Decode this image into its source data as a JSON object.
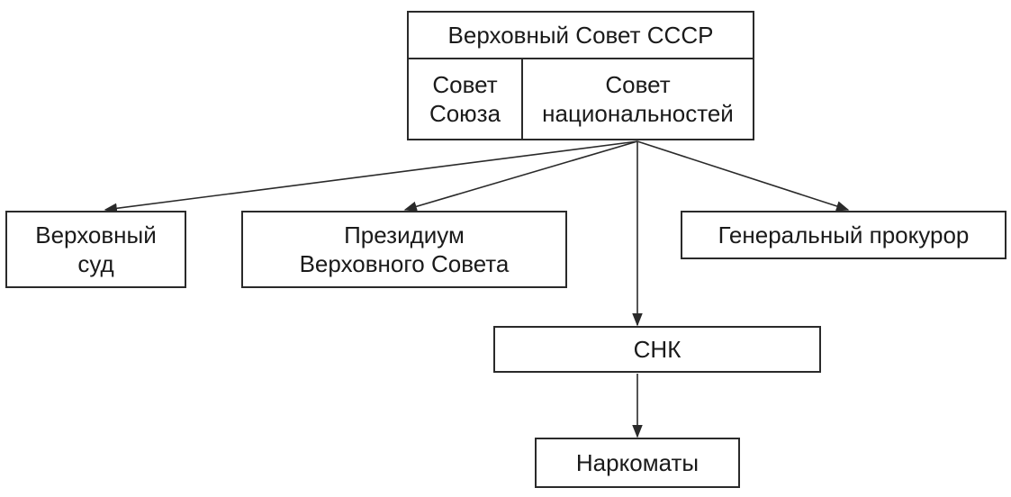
{
  "diagram": {
    "top": {
      "title": "Верховный Совет СССР",
      "left_chamber": [
        "Совет",
        "Союза"
      ],
      "right_chamber": [
        "Совет",
        "национальностей"
      ]
    },
    "nodes": {
      "supreme_court": [
        "Верховный",
        "суд"
      ],
      "presidium": [
        "Президиум",
        "Верховного Совета"
      ],
      "prosecutor": "Генеральный прокурор",
      "snk": "СНК",
      "narkomaty": "Наркоматы"
    },
    "edges": [
      {
        "from": "top",
        "to": "supreme_court"
      },
      {
        "from": "top",
        "to": "presidium"
      },
      {
        "from": "top",
        "to": "prosecutor"
      },
      {
        "from": "top",
        "to": "snk"
      },
      {
        "from": "snk",
        "to": "narkomaty"
      }
    ],
    "colors": {
      "stroke": "#2a2a2a",
      "background": "#ffffff",
      "text": "#1a1a1a"
    }
  }
}
